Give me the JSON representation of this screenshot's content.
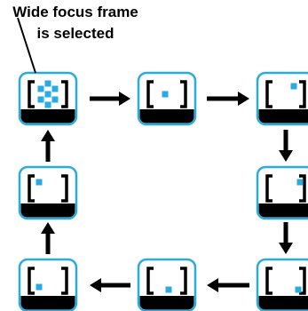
{
  "caption": {
    "line1": "Wide focus frame",
    "line2": "is selected"
  },
  "colors": {
    "frame_fill": "#ffffff",
    "frame_border": "#29abe2",
    "frame_bottom_bar": "#000000",
    "bracket": "#000000",
    "focus_point": "#29abe2",
    "arrow": "#000000"
  },
  "focus_sequence": [
    {
      "id": "wide",
      "focus_point": "all",
      "order": 1
    },
    {
      "id": "center",
      "focus_point": "center",
      "order": 2
    },
    {
      "id": "top-right",
      "focus_point": "top-right",
      "order": 3
    },
    {
      "id": "right",
      "focus_point": "right",
      "order": 4
    },
    {
      "id": "bottom-right",
      "focus_point": "bottom-right",
      "order": 5
    },
    {
      "id": "bottom-center",
      "focus_point": "bottom-center",
      "order": 6
    },
    {
      "id": "bottom-left",
      "focus_point": "bottom-left",
      "order": 7
    },
    {
      "id": "top-left",
      "focus_point": "top-left",
      "order": 8
    }
  ]
}
